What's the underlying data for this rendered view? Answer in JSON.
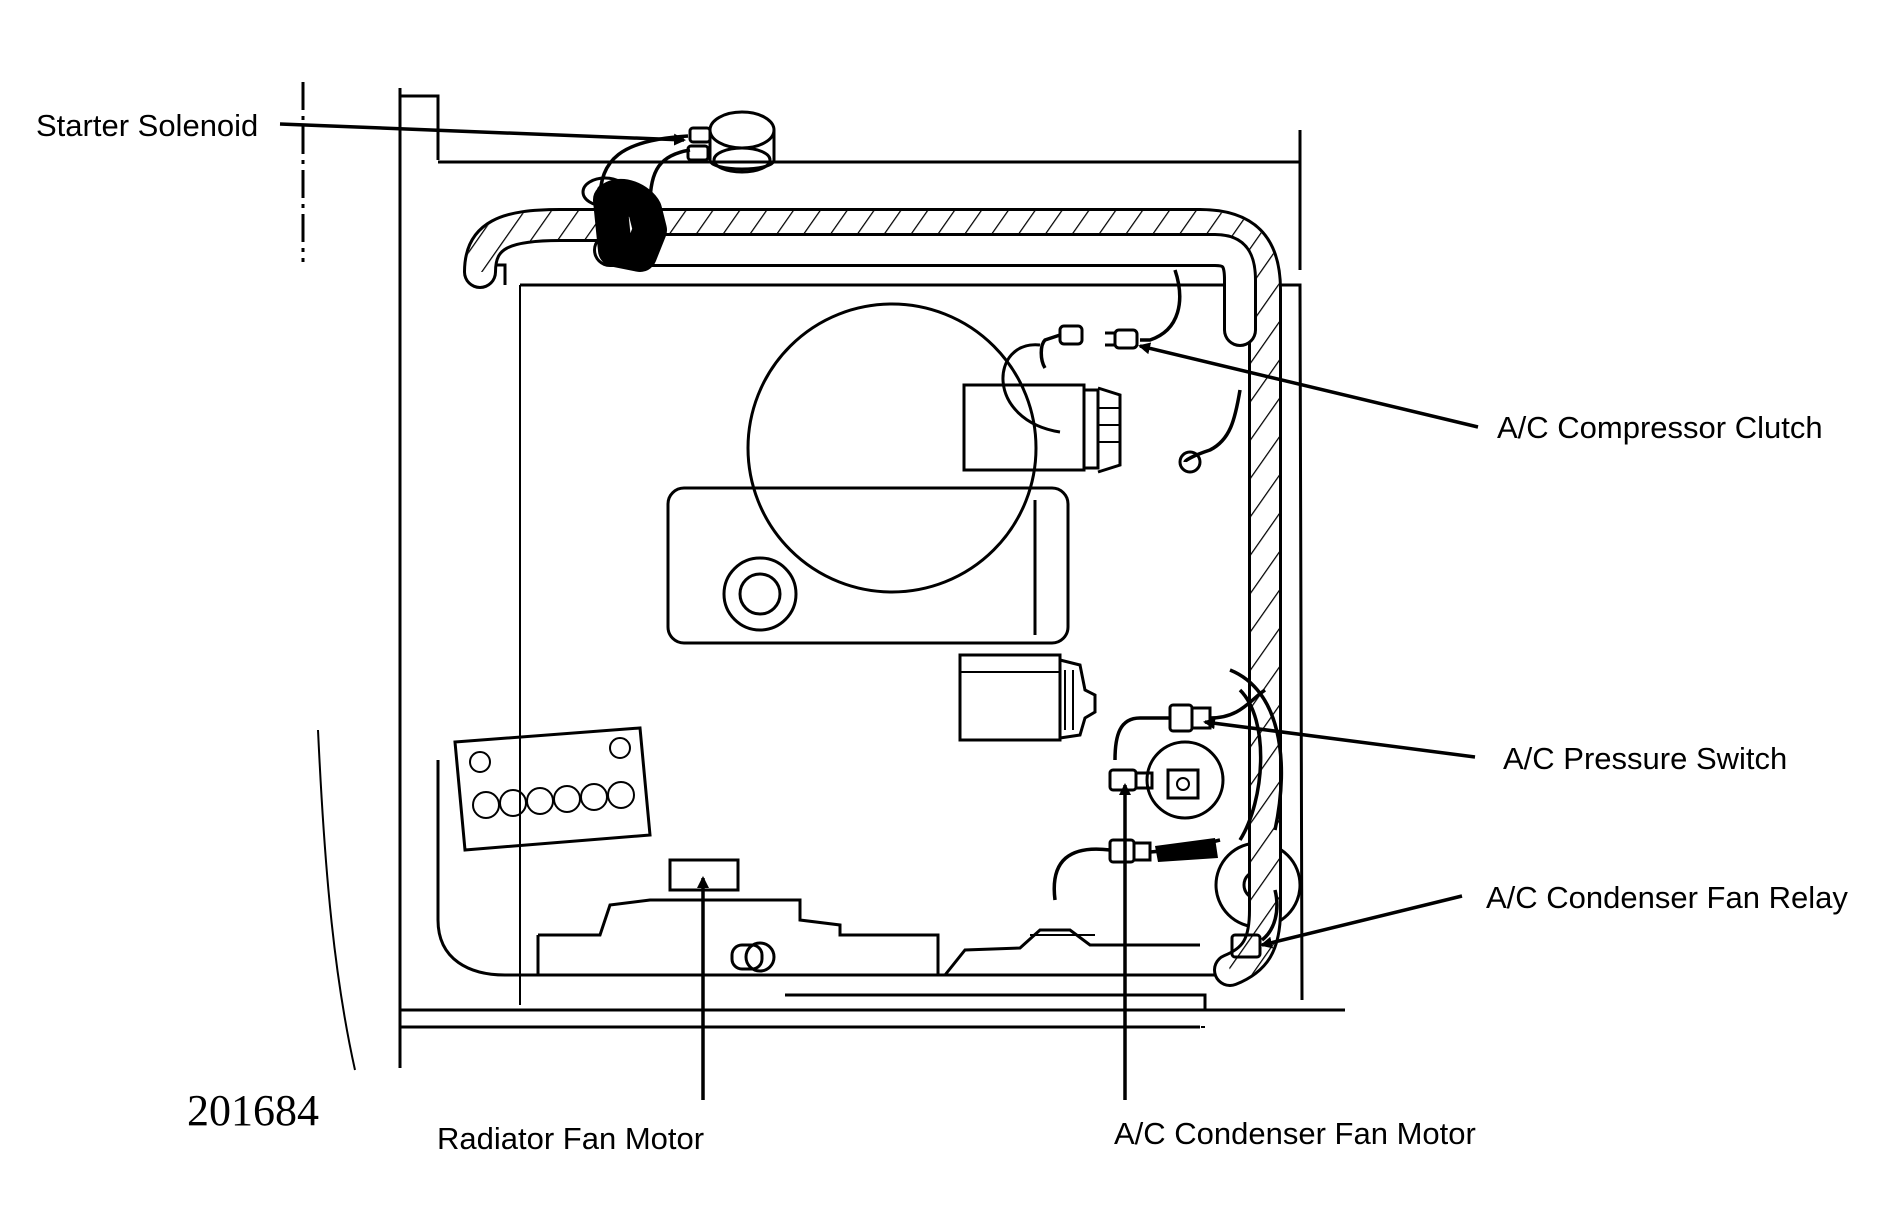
{
  "labels": {
    "starter_solenoid": "Starter Solenoid",
    "ac_compressor_clutch": "A/C Compressor Clutch",
    "ac_pressure_switch": "A/C Pressure Switch",
    "ac_condenser_fan_relay": "A/C Condenser Fan Relay",
    "radiator_fan_motor": "Radiator Fan Motor",
    "ac_condenser_fan_motor": "A/C Condenser Fan Motor"
  },
  "figure_number": "201684"
}
